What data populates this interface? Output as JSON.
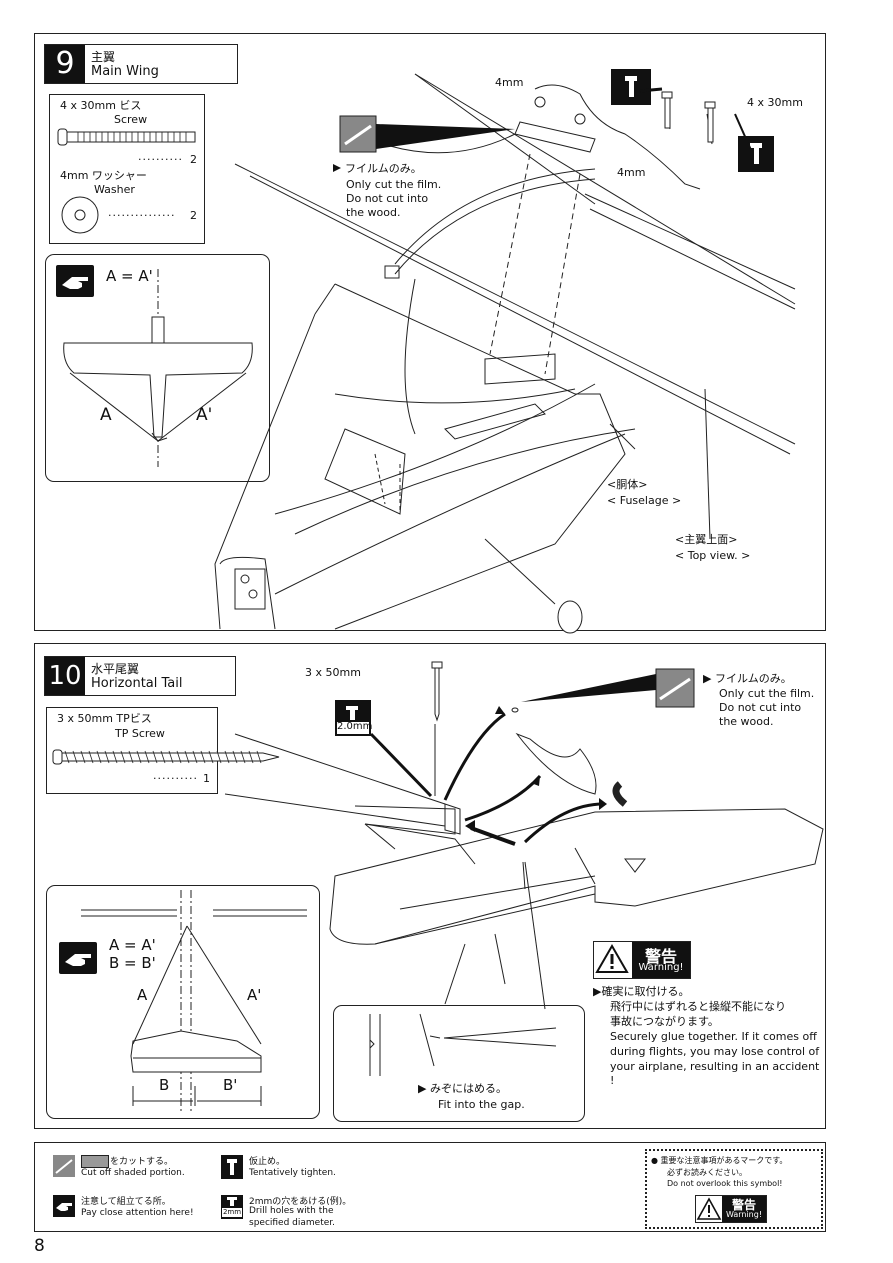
{
  "step9": {
    "number": "9",
    "title_jp": "主翼",
    "title_en": "Main Wing",
    "parts": [
      {
        "name_jp": "4 x 30mm ビス",
        "name_en": "Screw",
        "qty": "2"
      },
      {
        "name_jp": "4mm ワッシャー",
        "name_en": "Washer",
        "qty": "2"
      }
    ],
    "note": {
      "formula": "A = A'",
      "label_a": "A",
      "label_a2": "A'"
    },
    "labels": {
      "washer_top": "4mm",
      "washer_bottom": "4mm",
      "screw": "4 x 30mm",
      "film_jp": "フイルムのみ。",
      "film_en_1": "Only cut the film.",
      "film_en_2": "Do not cut into",
      "film_en_3": "the wood.",
      "fuselage_jp": "<胴体>",
      "fuselage_en": "< Fuselage >",
      "topview_jp": "<主翼上面>",
      "topview_en": "< Top view. >"
    }
  },
  "step10": {
    "number": "10",
    "title_jp": "水平尾翼",
    "title_en": "Horizontal Tail",
    "parts": [
      {
        "name_jp": "3 x 50mm TPビス",
        "name_en": "TP Screw",
        "qty": "1"
      }
    ],
    "labels": {
      "screw": "3 x 50mm",
      "drill": "2.0mm",
      "film_jp": "フイルムのみ。",
      "film_en_1": "Only cut the film.",
      "film_en_2": "Do not cut into",
      "film_en_3": "the wood.",
      "gap_jp": "みぞにはめる。",
      "gap_en": "Fit into the gap."
    },
    "note": {
      "formula_1": "A = A'",
      "formula_2": "B = B'",
      "label_a": "A",
      "label_a2": "A'",
      "label_b": "B",
      "label_b2": "B'"
    },
    "warning": {
      "title_jp": "警告",
      "title_en": "Warning!",
      "jp_1": "確実に取付ける。",
      "jp_2": "飛行中にはずれると操縦不能になり",
      "jp_3": "事故につながります。",
      "en_1": "Securely glue together. If it comes off",
      "en_2": "during flights, you may lose control of",
      "en_3": "your airplane, resulting in an accident !"
    }
  },
  "legend": {
    "cut_jp": "をカットする。",
    "cut_en": "Cut off shaded portion.",
    "tight_jp": "仮止め。",
    "tight_en": "Tentatively tighten.",
    "care_jp": "注意して組立てる所。",
    "care_en": "Pay close attention here!",
    "drill_icon": "2mm",
    "drill_jp": "2mmの穴をあける(例)。",
    "drill_en_1": "Drill holes with the",
    "drill_en_2": "specified diameter.",
    "warn_jp_1": "● 重要な注意事項があるマークです。",
    "warn_jp_2": "必ずお読みください。",
    "warn_en": "Do not overlook this symbol!",
    "warn_title_jp": "警告",
    "warn_title_en": "Warning!"
  },
  "page_number": "8"
}
